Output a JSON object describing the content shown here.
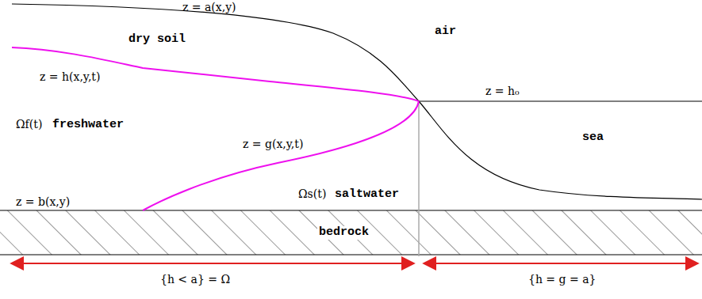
{
  "diagram": {
    "labels": [
      "z = a(x,y)",
      "dry soil",
      "air",
      "z = h(x,y,t)",
      "z = h₀",
      "Ωf(t)",
      "freshwater",
      "sea",
      "z = g(x,y,t)",
      "Ωs(t)",
      "saltwater",
      "z = b(x,y)",
      "bedrock",
      "{h < a} = Ω",
      "{h = g = a}"
    ]
  }
}
